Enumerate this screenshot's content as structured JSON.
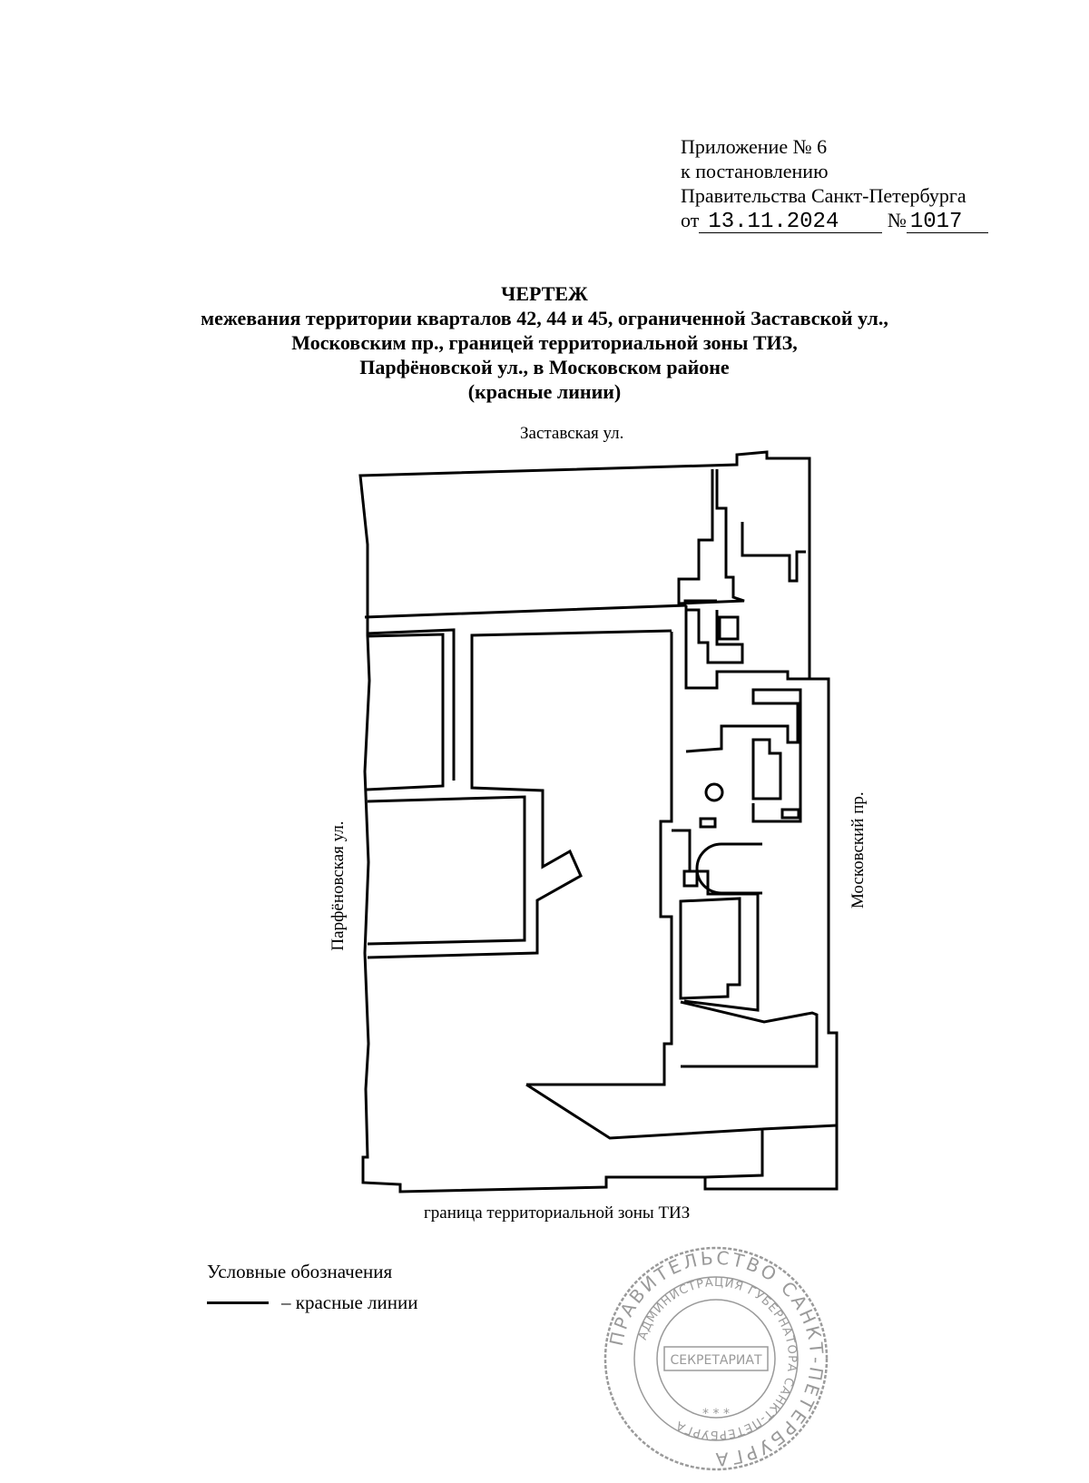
{
  "appendix": {
    "line1": "Приложение № 6",
    "line2": "к постановлению",
    "line3": "Правительства Санкт-Петербурга",
    "from_label": "от",
    "date": "13.11.2024",
    "number_label": "№",
    "number": "1017"
  },
  "title": {
    "line1": "ЧЕРТЕЖ",
    "line2": "межевания территории кварталов 42, 44 и 45, ограниченной Заставской ул.,",
    "line3": "Московским пр., границей территориальной зоны ТИЗ,",
    "line4": "Парфёновской ул., в Московском районе",
    "line5": "(красные линии)"
  },
  "map": {
    "street_top": "Заставская ул.",
    "street_right": "Московский пр.",
    "street_left": "Парфёновская ул.",
    "boundary_bottom": "граница территориальной зоны ТИЗ",
    "line_color": "#000000"
  },
  "legend": {
    "title": "Условные обозначения",
    "red_lines": "– красные линии"
  },
  "stamp": {
    "outer_text": "ПРАВИТЕЛЬСТВО САНКТ-ПЕТЕРБУРГА",
    "inner_text": "АДМИНИСТРАЦИЯ ГУБЕРНАТОРА САНКТ-ПЕТЕРБУРГА",
    "center_text": "СЕКРЕТАРИАТ",
    "stars": "* * *",
    "color": "#9a9a9a"
  }
}
